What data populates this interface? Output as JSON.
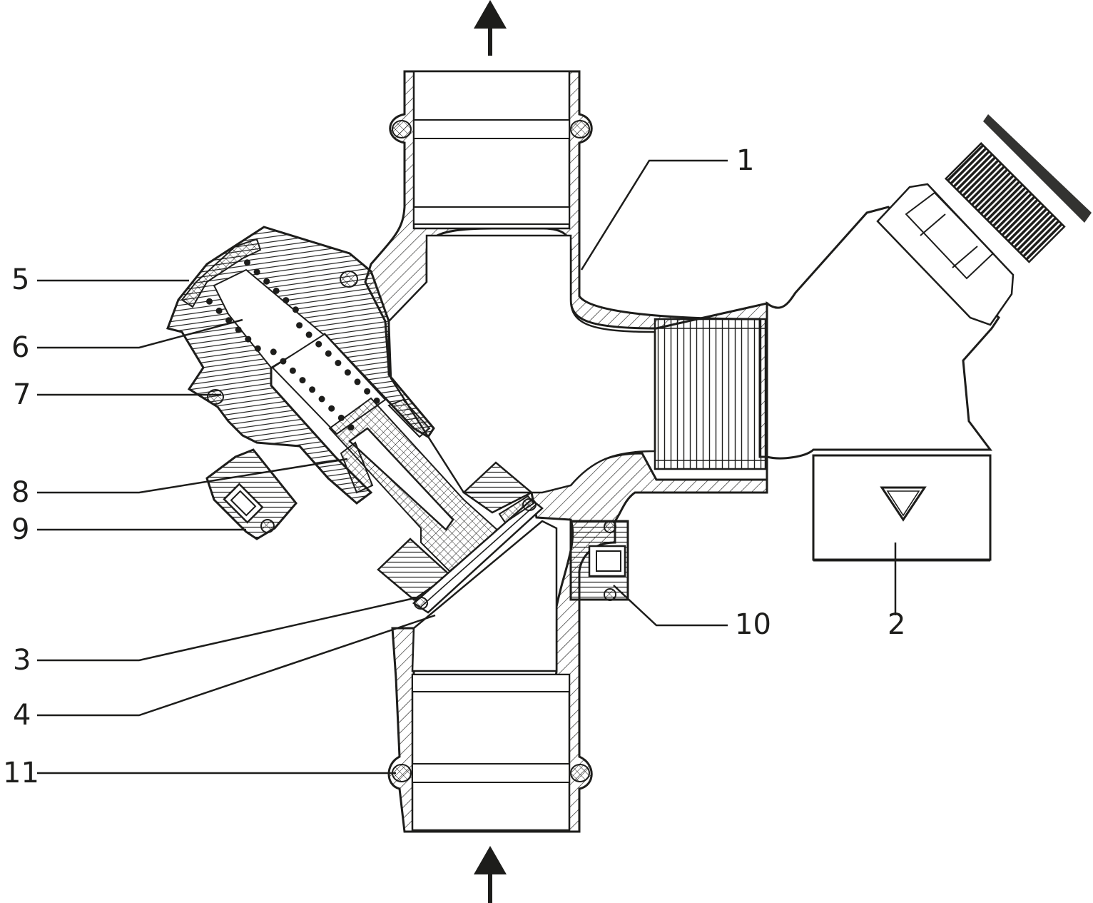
{
  "labels": {
    "l1": "1",
    "l2": "2",
    "l3": "3",
    "l4": "4",
    "l5": "5",
    "l6": "6",
    "l7": "7",
    "l8": "8",
    "l9": "9",
    "l10": "10",
    "l11": "11"
  },
  "colors": {
    "ink": "#1d1d1b",
    "paper": "#ffffff",
    "seal": "#7a7a7a"
  },
  "icons": {
    "flow_out": "arrow-up-icon",
    "flow_in": "arrow-up-icon",
    "direction": "triangle-down-icon"
  }
}
